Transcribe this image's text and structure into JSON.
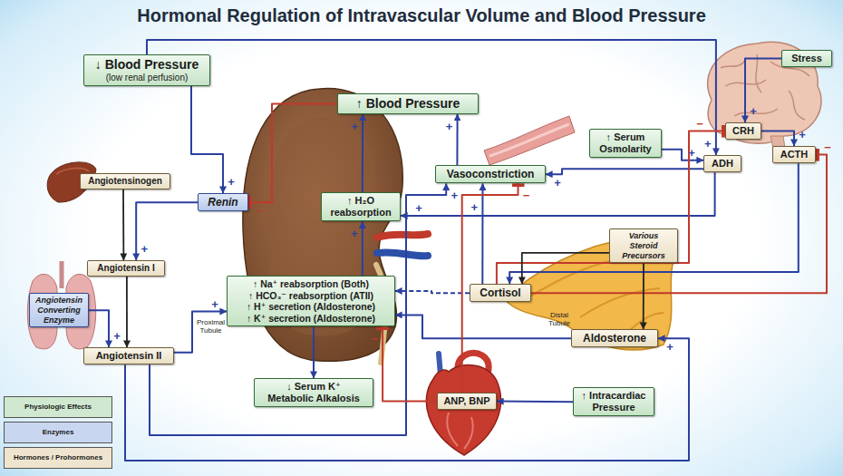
{
  "diagram": {
    "title": "Hormonal Regulation of Intravascular Volume and Blood Pressure",
    "nodes": [
      {
        "text": [
          "↓ Blood Pressure",
          "(low renal perfusion)"
        ]
      },
      {
        "text": [
          "↑ Blood Pressure"
        ]
      },
      {
        "text": [
          "Stress"
        ]
      },
      {
        "text": [
          "CRH"
        ]
      },
      {
        "text": [
          "↑ Serum Osmolarity"
        ]
      },
      {
        "text": [
          "ADH"
        ]
      },
      {
        "text": [
          "ACTH"
        ]
      },
      {
        "text": [
          "Angiotensinogen"
        ]
      },
      {
        "text": [
          "Renin"
        ]
      },
      {
        "text": [
          "↑ H₂O reabsorption"
        ]
      },
      {
        "text": [
          "Vasoconstriction"
        ]
      },
      {
        "text": [
          "Various Steroid Precursors"
        ]
      },
      {
        "text": [
          "Angiotensin I"
        ]
      },
      {
        "text": [
          "Angiotensin Converting Enzyme"
        ]
      },
      {
        "text": [
          "↑ Na⁺ reabsorption (Both)",
          "↑ HCO₃⁻ reabsorption (ATII)",
          "↑ H⁺ secretion (Aldosterone)",
          "↑ K⁺ secretion (Aldosterone)"
        ]
      },
      {
        "text": [
          "Cortisol"
        ]
      },
      {
        "text": [
          "Angiotensin II"
        ]
      },
      {
        "text": [
          "Aldosterone"
        ]
      },
      {
        "text": [
          "↓ Serum K⁺",
          "Metabolic Alkalosis"
        ]
      },
      {
        "text": [
          "ANP, BNP"
        ]
      },
      {
        "text": [
          "↑ Intracardiac Pressure"
        ]
      }
    ],
    "edges": [
      {
        "from": 0,
        "to": 8,
        "arrow": "to",
        "label": "+"
      },
      {
        "from": 8,
        "to": 12,
        "arrow": "to",
        "label": "+"
      },
      {
        "from": 7,
        "to": 12,
        "arrow": "to"
      },
      {
        "from": 13,
        "to": 16,
        "arrow": "to",
        "label": "+"
      },
      {
        "from": 12,
        "to": 16,
        "arrow": "to"
      },
      {
        "from": 16,
        "to": 14,
        "arrow": "to",
        "label": "+"
      },
      {
        "from": 16,
        "to": 10,
        "arrow": "to",
        "label": "+"
      },
      {
        "from": 16,
        "to": 17,
        "arrow": "to",
        "label": "+"
      },
      {
        "from": 0,
        "to": 5,
        "arrow": "to",
        "label": "+"
      },
      {
        "from": 14,
        "to": 9,
        "arrow": "to",
        "label": "+"
      },
      {
        "from": 14,
        "to": 18,
        "arrow": "to"
      },
      {
        "from": 9,
        "to": 1,
        "arrow": "to",
        "label": "+"
      },
      {
        "from": 10,
        "to": 1,
        "arrow": "to",
        "label": "+"
      },
      {
        "from": 1,
        "to": 8,
        "arrow": "to",
        "label": "−"
      },
      {
        "from": 2,
        "to": 3,
        "arrow": "to",
        "label": "+"
      },
      {
        "from": 3,
        "to": 6,
        "arrow": "to",
        "label": "+"
      },
      {
        "from": 4,
        "to": 5,
        "arrow": "to",
        "label": "+"
      },
      {
        "from": 5,
        "to": 9,
        "arrow": "to",
        "label": "+"
      },
      {
        "from": 5,
        "to": 10,
        "arrow": "to",
        "label": "+"
      },
      {
        "from": 6,
        "to": 15,
        "arrow": "to"
      },
      {
        "from": 15,
        "to": 3,
        "arrow": "to",
        "label": "−"
      },
      {
        "from": 15,
        "to": 6,
        "arrow": "to",
        "label": "−"
      },
      {
        "from": 11,
        "to": 15,
        "arrow": "to"
      },
      {
        "from": 11,
        "to": 17,
        "arrow": "to"
      },
      {
        "from": 15,
        "to": 14,
        "arrow": "to"
      },
      {
        "from": 17,
        "to": 14,
        "arrow": "to"
      },
      {
        "from": 15,
        "to": 10,
        "arrow": "to",
        "label": "+"
      },
      {
        "from": 19,
        "to": 10,
        "arrow": "to",
        "label": "−"
      },
      {
        "from": 19,
        "to": 14,
        "arrow": "to",
        "label": "−"
      },
      {
        "from": 20,
        "to": 19,
        "arrow": "to"
      }
    ],
    "labels": [
      "Proximal Tubule",
      "Distal Tubule"
    ],
    "legend": [
      {
        "text": "Physiologic Effects",
        "color": "#cfe8cf"
      },
      {
        "text": "Enzymes",
        "color": "#c9d6f0"
      },
      {
        "text": "Hormones / Prohormones",
        "color": "#efe5cf"
      }
    ]
  }
}
